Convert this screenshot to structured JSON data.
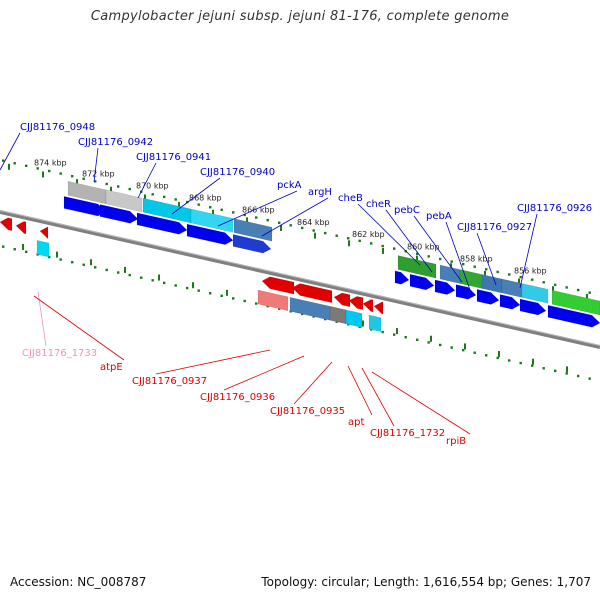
{
  "title": "Campylobacter jejuni subsp. jejuni 81-176, complete genome",
  "footer": {
    "accession": "Accession: NC_008787",
    "stats": "Topology: circular; Length: 1,616,554 bp; Genes: 1,707"
  },
  "colors": {
    "forward_label": "#0000cc",
    "reverse_label": "#dd0000",
    "faded_label": "#f090c0",
    "backbone": "#808080",
    "ticks": "#1a7a1a"
  },
  "ruler": {
    "ticks": [
      {
        "label": "874 kbp"
      },
      {
        "label": "872 kbp"
      },
      {
        "label": "870 kbp"
      },
      {
        "label": "868 kbp"
      },
      {
        "label": "866 kbp"
      },
      {
        "label": "864 kbp"
      },
      {
        "label": "862 kbp"
      },
      {
        "label": "860 kbp"
      },
      {
        "label": "858 kbp"
      },
      {
        "label": "856 kbp"
      }
    ]
  },
  "forward_labels": [
    {
      "text": "CJJ81176_0948"
    },
    {
      "text": "CJJ81176_0942"
    },
    {
      "text": "CJJ81176_0941"
    },
    {
      "text": "CJJ81176_0940"
    },
    {
      "text": "pckA"
    },
    {
      "text": "argH"
    },
    {
      "text": "cheB"
    },
    {
      "text": "cheR"
    },
    {
      "text": "pebC"
    },
    {
      "text": "pebA"
    },
    {
      "text": "CJJ81176_0927"
    },
    {
      "text": "CJJ81176_0926"
    }
  ],
  "reverse_labels": [
    {
      "text": "CJJ81176_1733",
      "faded": true
    },
    {
      "text": "atpE"
    },
    {
      "text": "CJJ81176_0937"
    },
    {
      "text": "CJJ81176_0936"
    },
    {
      "text": "CJJ81176_0935"
    },
    {
      "text": "apt"
    },
    {
      "text": "CJJ81176_1732"
    },
    {
      "text": "rpiB"
    }
  ]
}
